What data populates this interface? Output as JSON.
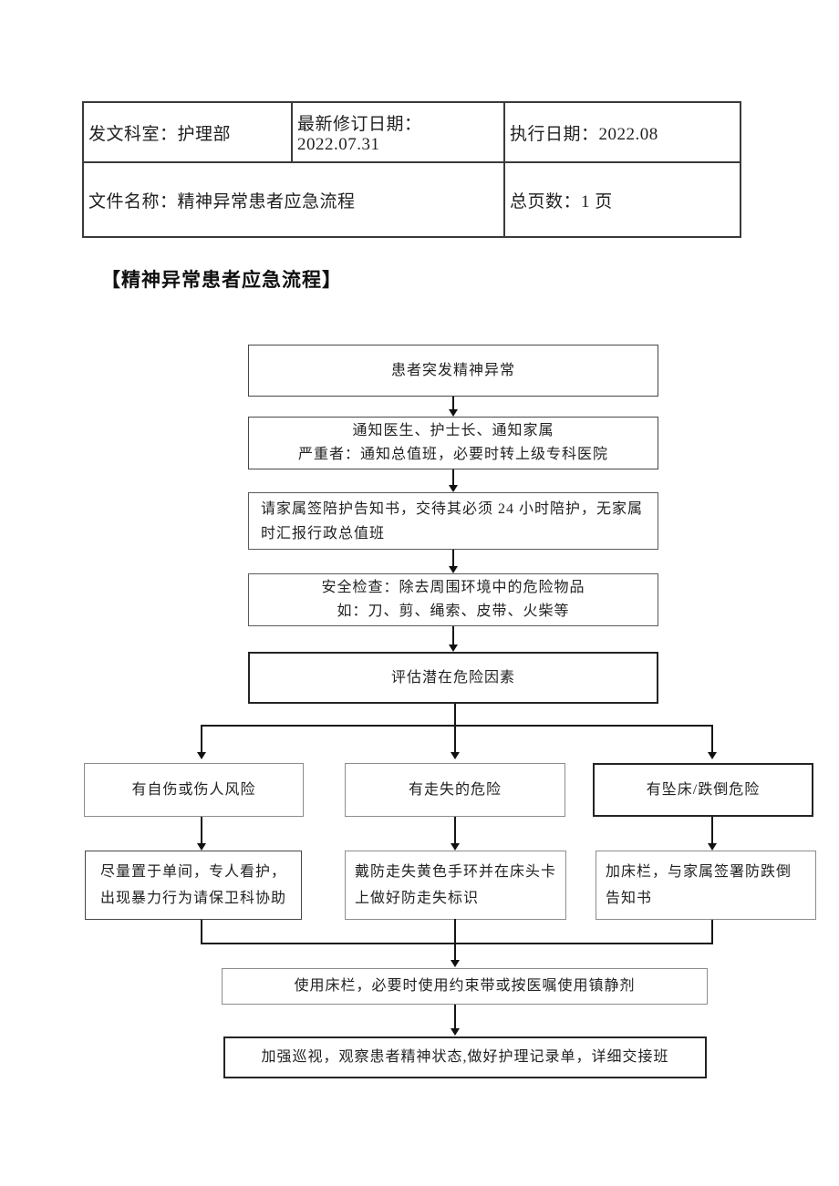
{
  "doc": {
    "header_table": {
      "issuing_dept": "发文科室：护理部",
      "revision_date": "最新修订日期：2022.07.31",
      "execution_date": "执行日期：2022.08",
      "file_name": "文件名称：精神异常患者应急流程",
      "total_pages": "总页数：1 页"
    },
    "title": "【精神异常患者应急流程】"
  },
  "flowchart": {
    "step_onset": "患者突发精神异常",
    "step_notify_line1": "通知医生、护士长、通知家属",
    "step_notify_line2": "严重者：通知总值班，必要时转上级专科医院",
    "step_family_sign": "请家属签陪护告知书，交待其必须 24 小时陪护，无家属时汇报行政总值班",
    "step_safety_line1": "安全检查：除去周围环境中的危险物品",
    "step_safety_line2": "如：刀、剪、绳索、皮带、火柴等",
    "step_assess": "评估潜在危险因素",
    "branch_self_harm": "有自伤或伤人风险",
    "branch_wandering": "有走失的危险",
    "branch_fall": "有坠床/跌倒危险",
    "action_self_harm": "尽量置于单间，专人看护，出现暴力行为请保卫科协助",
    "action_wandering": "戴防走失黄色手环并在床头卡上做好防走失标识",
    "action_fall": "加床栏，与家属签署防跌倒告知书",
    "step_restraint": "使用床栏，必要时使用约束带或按医嘱使用镇静剂",
    "step_observe": "加强巡视，观察患者精神状态,做好护理记录单，详细交接班"
  }
}
